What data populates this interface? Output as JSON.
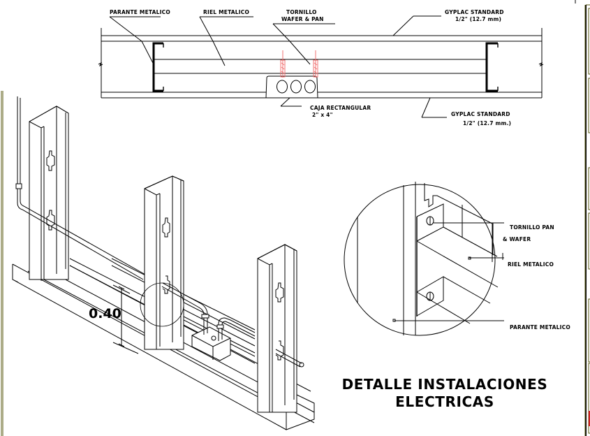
{
  "plan_view": {
    "labels": {
      "parante": "PARANTE METALICO",
      "riel": "RIEL METALICO",
      "tornillo_line1": "TORNILLO",
      "tornillo_line2": "WAFER & PAN",
      "gyplac_top_line1": "GYPLAC STANDARD",
      "gyplac_top_line2": "1/2\" (12.7 mm)",
      "caja_line1": "CAJA RECTANGULAR",
      "caja_line2": "2\" x 4\"",
      "gyplac_bottom_line1": "GYPLAC STANDARD",
      "gyplac_bottom_line2": "1/2\" (12.7 mm.)"
    }
  },
  "isometric": {
    "dimension": "0.40"
  },
  "detail_circle": {
    "labels": {
      "tornillo_line1": "TORNILLO PAN",
      "tornillo_line2": "& WAFER",
      "riel": "RIEL METALICO",
      "parante": "PARANTE METALICO"
    }
  },
  "title": {
    "line1": "DETALLE INSTALACIONES",
    "line2": "ELECTRICAS"
  },
  "colors": {
    "linework": "#000000",
    "screws": "#f07070",
    "frame": "#5a5a10",
    "frame_accent": "#d02020"
  }
}
